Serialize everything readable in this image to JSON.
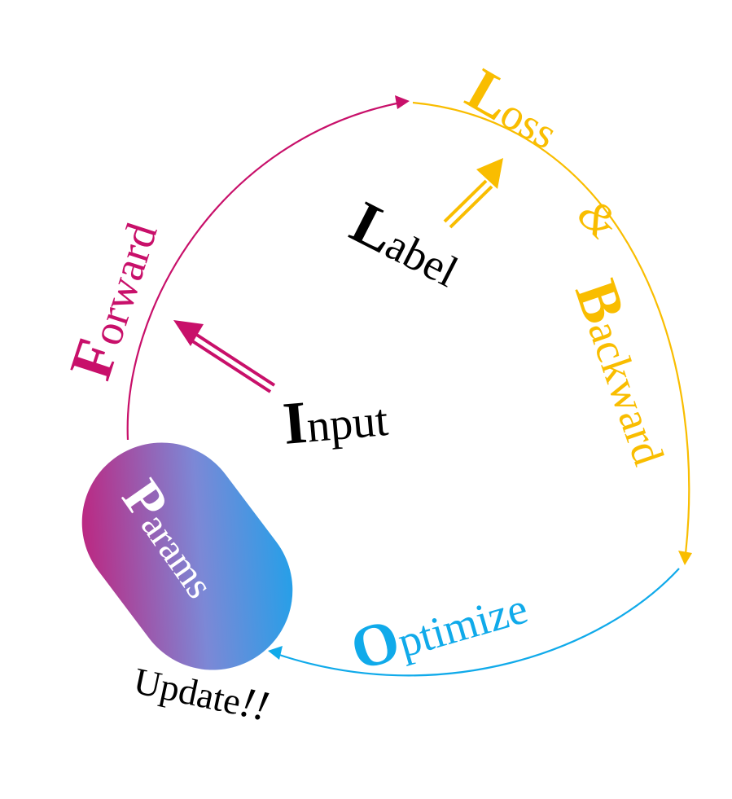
{
  "colors": {
    "forward": "#c8106a",
    "loss": "#f9bd00",
    "optimize": "#10aaea",
    "text": "#000000",
    "params_gradient_start": "#cc0f6c",
    "params_gradient_end": "#0aa7ee",
    "params_text": "#ffffff"
  },
  "labels": {
    "forward": {
      "initial": "F",
      "rest": "orward"
    },
    "loss": {
      "initial": "L",
      "rest": "oss"
    },
    "ampersand": "&",
    "backward": {
      "initial": "B",
      "rest": "ackward"
    },
    "optimize": {
      "initial": "O",
      "rest": "ptimize"
    },
    "input": {
      "initial": "I",
      "rest": "nput"
    },
    "label": {
      "initial": "L",
      "rest": "abel"
    },
    "params": {
      "initial": "P",
      "rest": "arams"
    },
    "update": {
      "text": "Update",
      "emphasis": "!!"
    }
  }
}
